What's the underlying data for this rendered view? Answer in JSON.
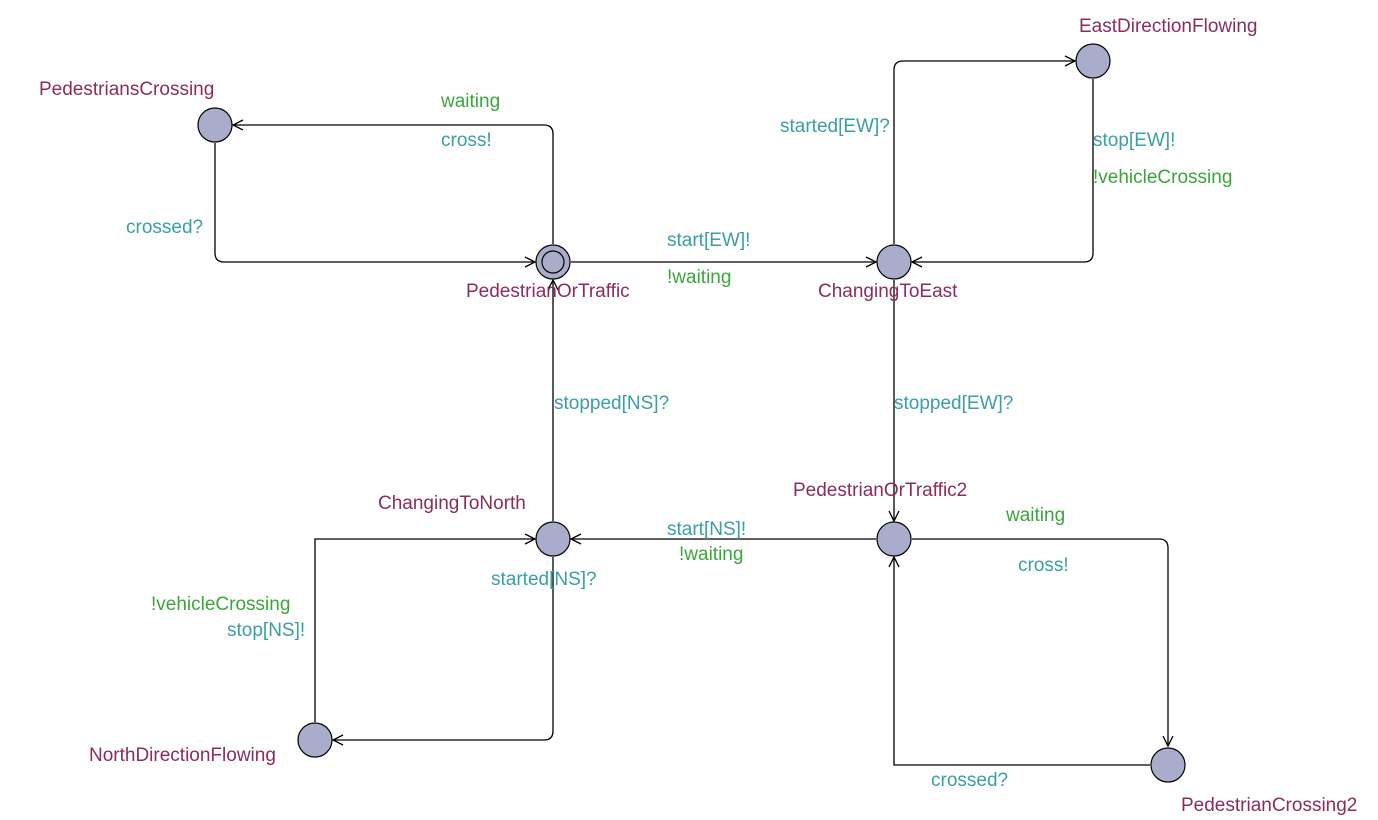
{
  "colors": {
    "location_fill": "#a9adcb",
    "location_name": "#8b2d5c",
    "sync_label": "#3a9ea5",
    "guard_label": "#3aa63a",
    "edge": "#000000",
    "background": "#ffffff"
  },
  "locations": {
    "pedestrians_crossing": "PedestriansCrossing",
    "pedestrian_or_traffic": "PedestrianOrTraffic",
    "changing_to_east": "ChangingToEast",
    "east_direction_flowing": "EastDirectionFlowing",
    "changing_to_north": "ChangingToNorth",
    "pedestrian_or_traffic2": "PedestrianOrTraffic2",
    "north_direction_flowing": "NorthDirectionFlowing",
    "pedestrian_crossing2": "PedestrianCrossing2"
  },
  "initial_location": "PedestrianOrTraffic",
  "labels": {
    "waiting_top": "waiting",
    "cross_top": "cross!",
    "crossed_top": "crossed?",
    "start_ew": "start[EW]!",
    "not_waiting_ew": "!waiting",
    "started_ew": "started[EW]?",
    "stop_ew": "stop[EW]!",
    "not_vehicle_crossing_ew": "!vehicleCrossing",
    "stopped_ns": "stopped[NS]?",
    "stopped_ew": "stopped[EW]?",
    "start_ns": "start[NS]!",
    "not_waiting_ns": "!waiting",
    "started_ns": "started[NS]?",
    "not_vehicle_crossing_ns": "!vehicleCrossing",
    "stop_ns": "stop[NS]!",
    "waiting_bottom": "waiting",
    "cross_bottom": "cross!",
    "crossed_bottom": "crossed?"
  }
}
